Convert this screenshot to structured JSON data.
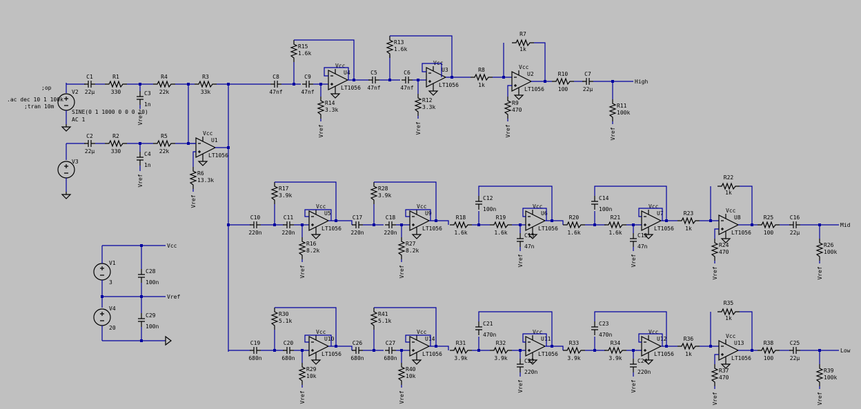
{
  "directives": [
    ".ac dec 10 1 100k",
    ";op",
    ";tran 10m"
  ],
  "sources": {
    "V2": {
      "name": "V2",
      "line1": "SINE(0 1 1000 0 0 0 10)",
      "line2": "AC 1"
    },
    "V3": {
      "name": "V3"
    },
    "V1": {
      "name": "V1",
      "value": "3"
    },
    "V4": {
      "name": "V4",
      "value": "20"
    }
  },
  "nets": {
    "vcc": "Vcc",
    "vref": "Vref",
    "high": "High",
    "mid": "Mid",
    "low": "Low"
  },
  "opamp_model": "LT1056",
  "components": [
    {
      "id": "C1",
      "name": "C1",
      "value": "22µ"
    },
    {
      "id": "R1",
      "name": "R1",
      "value": "330"
    },
    {
      "id": "C3",
      "name": "C3",
      "value": "1n"
    },
    {
      "id": "R4",
      "name": "R4",
      "value": "22k"
    },
    {
      "id": "R3",
      "name": "R3",
      "value": "33k"
    },
    {
      "id": "C2",
      "name": "C2",
      "value": "22µ"
    },
    {
      "id": "R2",
      "name": "R2",
      "value": "330"
    },
    {
      "id": "C4",
      "name": "C4",
      "value": "1n"
    },
    {
      "id": "R5",
      "name": "R5",
      "value": "22k"
    },
    {
      "id": "R6",
      "name": "R6",
      "value": "13.3k"
    },
    {
      "id": "C8",
      "name": "C8",
      "value": "47nf"
    },
    {
      "id": "C9",
      "name": "C9",
      "value": "47nf"
    },
    {
      "id": "R15",
      "name": "R15",
      "value": "1.6k"
    },
    {
      "id": "R14",
      "name": "R14",
      "value": "3.3k"
    },
    {
      "id": "C5",
      "name": "C5",
      "value": "47nf"
    },
    {
      "id": "C6",
      "name": "C6",
      "value": "47nf"
    },
    {
      "id": "R13",
      "name": "R13",
      "value": "1.6k"
    },
    {
      "id": "R12",
      "name": "R12",
      "value": "3.3k"
    },
    {
      "id": "R8",
      "name": "R8",
      "value": "1k"
    },
    {
      "id": "R7",
      "name": "R7",
      "value": "1k"
    },
    {
      "id": "R9",
      "name": "R9",
      "value": "470"
    },
    {
      "id": "R10",
      "name": "R10",
      "value": "100"
    },
    {
      "id": "C7",
      "name": "C7",
      "value": "22µ"
    },
    {
      "id": "R11",
      "name": "R11",
      "value": "100k"
    },
    {
      "id": "C10",
      "name": "C10",
      "value": "220n"
    },
    {
      "id": "C11",
      "name": "C11",
      "value": "220n"
    },
    {
      "id": "R17",
      "name": "R17",
      "value": "3.9k"
    },
    {
      "id": "R16",
      "name": "R16",
      "value": "8.2k"
    },
    {
      "id": "C17",
      "name": "C17",
      "value": "220n"
    },
    {
      "id": "C18",
      "name": "C18",
      "value": "220n"
    },
    {
      "id": "R28",
      "name": "R28",
      "value": "3.9k"
    },
    {
      "id": "R27",
      "name": "R27",
      "value": "8.2k"
    },
    {
      "id": "R18",
      "name": "R18",
      "value": "1.6k"
    },
    {
      "id": "R19",
      "name": "R19",
      "value": "1.6k"
    },
    {
      "id": "C12",
      "name": "C12",
      "value": "100n"
    },
    {
      "id": "C13",
      "name": "C13",
      "value": "47n"
    },
    {
      "id": "R20",
      "name": "R20",
      "value": "1.6k"
    },
    {
      "id": "R21",
      "name": "R21",
      "value": "1.6k"
    },
    {
      "id": "C14",
      "name": "C14",
      "value": "100n"
    },
    {
      "id": "C15",
      "name": "C15",
      "value": "47n"
    },
    {
      "id": "R23",
      "name": "R23",
      "value": "1k"
    },
    {
      "id": "R22",
      "name": "R22",
      "value": "1k"
    },
    {
      "id": "R24",
      "name": "R24",
      "value": "470"
    },
    {
      "id": "R25",
      "name": "R25",
      "value": "100"
    },
    {
      "id": "C16",
      "name": "C16",
      "value": "22µ"
    },
    {
      "id": "R26",
      "name": "R26",
      "value": "100k"
    },
    {
      "id": "C28",
      "name": "C28",
      "value": "100n"
    },
    {
      "id": "C29",
      "name": "C29",
      "value": "100n"
    },
    {
      "id": "C19",
      "name": "C19",
      "value": "680n"
    },
    {
      "id": "C20",
      "name": "C20",
      "value": "680n"
    },
    {
      "id": "R30",
      "name": "R30",
      "value": "5.1k"
    },
    {
      "id": "R29",
      "name": "R29",
      "value": "10k"
    },
    {
      "id": "C26",
      "name": "C26",
      "value": "680n"
    },
    {
      "id": "C27",
      "name": "C27",
      "value": "680n"
    },
    {
      "id": "R41",
      "name": "R41",
      "value": "5.1k"
    },
    {
      "id": "R40",
      "name": "R40",
      "value": "10k"
    },
    {
      "id": "R31",
      "name": "R31",
      "value": "3.9k"
    },
    {
      "id": "R32",
      "name": "R32",
      "value": "3.9k"
    },
    {
      "id": "C21",
      "name": "C21",
      "value": "470n"
    },
    {
      "id": "C22",
      "name": "C22",
      "value": "220n"
    },
    {
      "id": "R33",
      "name": "R33",
      "value": "3.9k"
    },
    {
      "id": "R34",
      "name": "R34",
      "value": "3.9k"
    },
    {
      "id": "C23",
      "name": "C23",
      "value": "470n"
    },
    {
      "id": "C24",
      "name": "C24",
      "value": "220n"
    },
    {
      "id": "R36",
      "name": "R36",
      "value": "1k"
    },
    {
      "id": "R35",
      "name": "R35",
      "value": "1k"
    },
    {
      "id": "R37",
      "name": "R37",
      "value": "470"
    },
    {
      "id": "R38",
      "name": "R38",
      "value": "100"
    },
    {
      "id": "C25",
      "name": "C25",
      "value": "22µ"
    },
    {
      "id": "R39",
      "name": "R39",
      "value": "100k"
    }
  ],
  "opamps": [
    "U1",
    "U4",
    "U3",
    "U2",
    "U5",
    "U9",
    "U6",
    "U7",
    "U8",
    "U10",
    "U14",
    "U11",
    "U12",
    "U13"
  ]
}
